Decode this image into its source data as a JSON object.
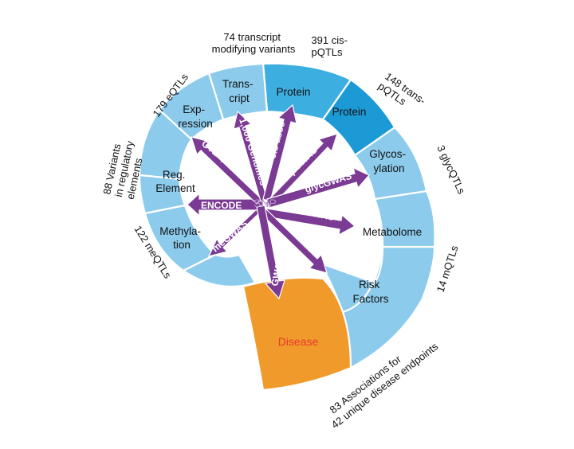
{
  "center_label": "SNP",
  "segments": {
    "methylation": [
      "Methyla-",
      "tion"
    ],
    "reg_element": [
      "Reg.",
      "Element"
    ],
    "expression": [
      "Exp-",
      "ression"
    ],
    "transcript": [
      "Trans-",
      "cript"
    ],
    "protein_cis": "Protein",
    "protein_trans": "Protein",
    "glycosylation": [
      "Glycos-",
      "ylation"
    ],
    "metabolome": "Metabolome",
    "risk_factors": [
      "Risk",
      "Factors"
    ],
    "disease": "Disease"
  },
  "arrows": {
    "megwas": "meGWAS",
    "encode": "ENCODE",
    "gtex": "GTEx, eGWAS",
    "genomes": "1,000 Genomes",
    "cis_asso": "cis-asso",
    "pgwas": "pGWAS",
    "glycgwas": "glycGWAS",
    "mgwas": "mGWAS",
    "gwas_right": "GWAS",
    "gwas_down": "GWAS"
  },
  "outer_labels": {
    "meqtls": "122 meQTLs",
    "variants_line1": "88 Variants",
    "variants_line2": "in regulatory",
    "variants_line3": "elements",
    "eqtls": "179 eQTLs",
    "transcript_line1": "74 transcript",
    "transcript_line2": "modifying variants",
    "cis_line1": "391 cis-",
    "cis_line2": "pQTLs",
    "trans_line1": "148 trans-",
    "trans_line2": "pQTLs",
    "glycqtls": "3 glycQTLs",
    "mqtls": "14 mQTLs",
    "assoc_line1": "83 Associations for",
    "assoc_line2": "42 unique disease endpoints"
  },
  "colors": {
    "light_blue": "#8ccbec",
    "mid_blue": "#3daee0",
    "dark_blue": "#1c9ad6",
    "disease_orange": "#f09a2c",
    "arrow_purple": "#7b3a93",
    "disease_text": "#e8382d"
  }
}
